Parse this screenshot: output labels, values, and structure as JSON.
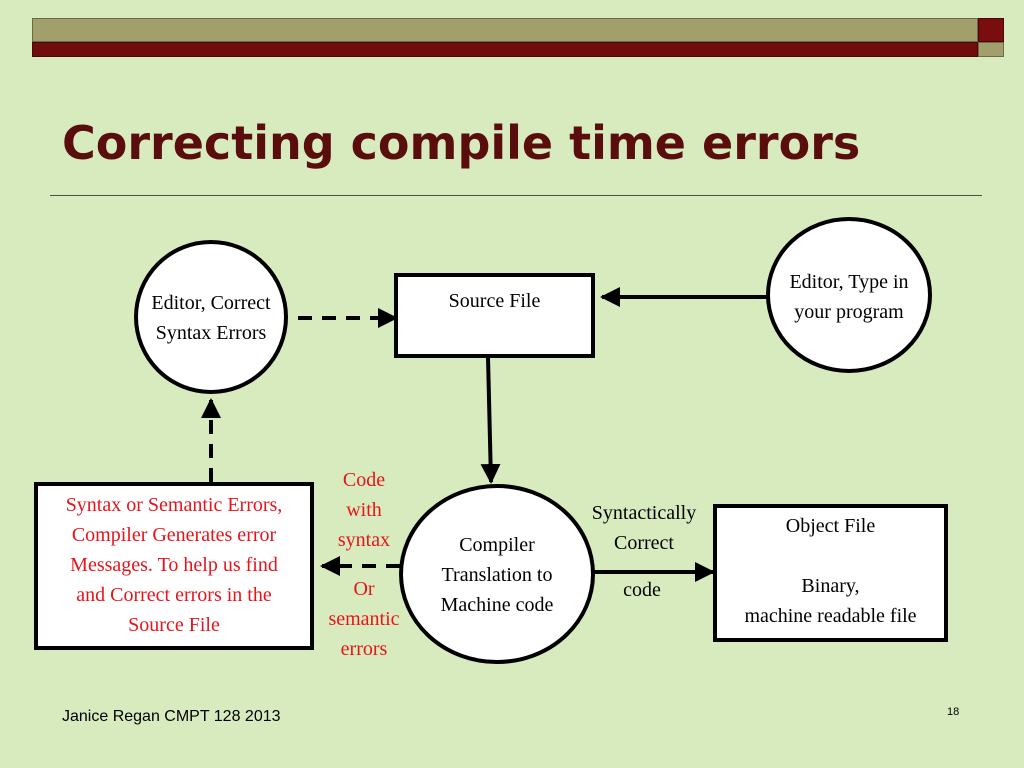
{
  "slide": {
    "title": "Correcting compile time errors",
    "footer": "Janice Regan CMPT 128 2013",
    "page_number": "18"
  },
  "diagram": {
    "nodes": {
      "editor_correct": {
        "shape": "circle",
        "label": "Editor, Correct\nSyntax Errors"
      },
      "source_file": {
        "shape": "box",
        "label": "Source File"
      },
      "editor_type": {
        "shape": "circle",
        "label": "Editor, Type in\nyour program"
      },
      "compiler": {
        "shape": "circle",
        "label": "Compiler\nTranslation to\nMachine code"
      },
      "errors_box": {
        "shape": "box",
        "label": "Syntax or Semantic Errors,\nCompiler Generates error\nMessages. To help us find\nand Correct  errors in the\nSource File"
      },
      "object_file": {
        "shape": "box",
        "label": "Object File\n\nBinary,\nmachine readable file"
      }
    },
    "edge_labels": {
      "error_path": "Code\nwith\nsyntax",
      "error_path_or": "Or\nsemantic\nerrors",
      "success_path": "Syntactically\nCorrect",
      "success_path_code": "code"
    },
    "edges": [
      {
        "from": "editor_type",
        "to": "source_file",
        "style": "solid"
      },
      {
        "from": "editor_correct",
        "to": "source_file",
        "style": "dashed"
      },
      {
        "from": "source_file",
        "to": "compiler",
        "style": "solid"
      },
      {
        "from": "compiler",
        "to": "object_file",
        "style": "solid"
      },
      {
        "from": "compiler",
        "to": "errors_box",
        "style": "dashed"
      },
      {
        "from": "errors_box",
        "to": "editor_correct",
        "style": "dashed"
      }
    ],
    "colors": {
      "error_text": "#e8141b",
      "title": "#5a0d0d",
      "background": "#d7ebbf"
    }
  }
}
